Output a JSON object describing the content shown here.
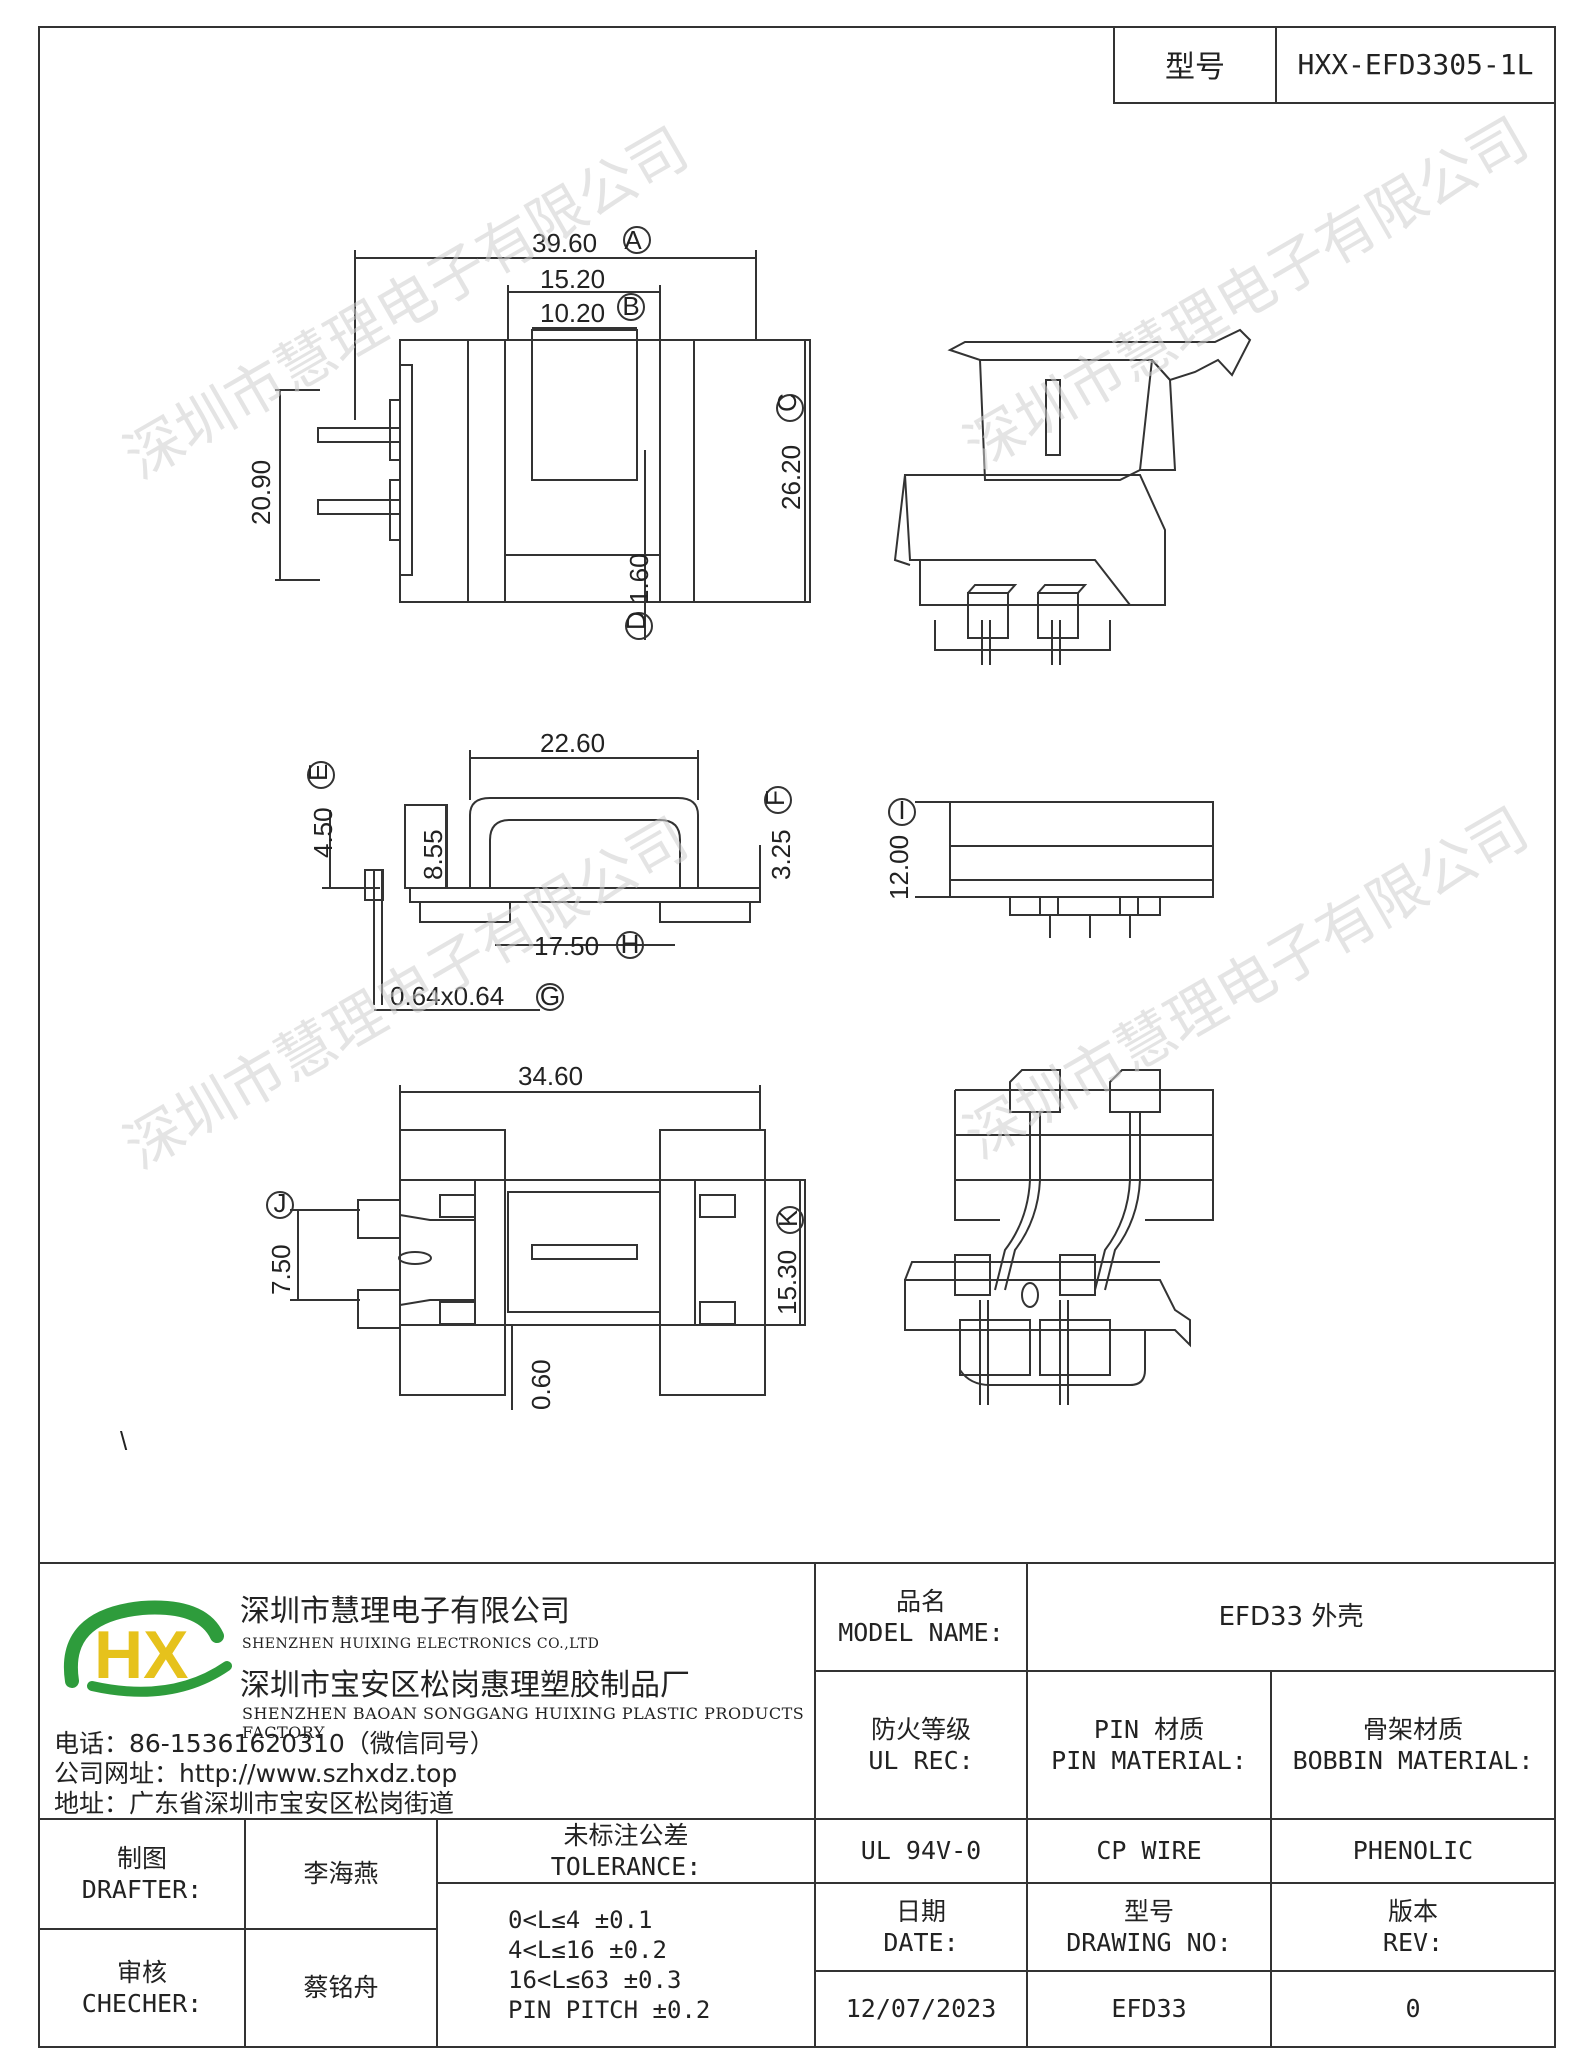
{
  "header": {
    "model_label": "型号",
    "model_value": "HXX-EFD3305-1L"
  },
  "dimensions": {
    "a": "39.60",
    "a_ref": "A",
    "w1520": "15.20",
    "b": "10.20",
    "b_ref": "B",
    "h2090": "20.90",
    "c": "26.20",
    "c_ref": "C",
    "d": "1.60",
    "d_ref": "D",
    "w2260": "22.60",
    "e": "4.50",
    "e_ref": "E",
    "h855": "8.55",
    "f": "3.25",
    "f_ref": "F",
    "h": "17.50",
    "h_ref": "H",
    "g": "0.64x0.64",
    "g_ref": "G",
    "i": "12.00",
    "i_ref": "I",
    "w3460": "34.60",
    "j": "7.50",
    "j_ref": "J",
    "k": "15.30",
    "k_ref": "K",
    "h060": "0.60"
  },
  "stray_mark": "\\",
  "watermark": "深圳市慧理电子有限公司",
  "titleblock": {
    "company_cn": "深圳市慧理电子有限公司",
    "company_en": "SHENZHEN HUIXING ELECTRONICS CO.,LTD",
    "factory_cn": "深圳市宝安区松岗惠理塑胶制品厂",
    "factory_en": "SHENZHEN BAOAN SONGGANG HUIXING PLASTIC PRODUCTS FACTORY",
    "phone": "电话：86-15361620310（微信同号）",
    "website": "公司网址：http://www.szhxdz.top",
    "address": "地址：广东省深圳市宝安区松岗街道",
    "logo_text": "HX",
    "product_name_cn": "品名",
    "product_name_en": "MODEL NAME:",
    "product_name_value": "EFD33 外壳",
    "fire_cn": "防火等级",
    "fire_en": "UL REC:",
    "pin_cn": "PIN 材质",
    "pin_en": "PIN MATERIAL:",
    "bobbin_cn": "骨架材质",
    "bobbin_en": "BOBBIN MATERIAL:",
    "fire_value": "UL 94V-0",
    "pin_value": "CP WIRE",
    "bobbin_value": "PHENOLIC",
    "drafter_cn": "制图",
    "drafter_en": "DRAFTER:",
    "drafter_name": "李海燕",
    "checker_cn": "审核",
    "checker_en": "CHECHER:",
    "checker_name": "蔡铭舟",
    "tolerance_cn": "未标注公差",
    "tolerance_en": "TOLERANCE:",
    "tolerance_lines": [
      "0<L≤4  ±0.1",
      "4<L≤16 ±0.2",
      "16<L≤63 ±0.3",
      "PIN PITCH ±0.2"
    ],
    "date_cn": "日期",
    "date_en": "DATE:",
    "drawing_cn": "型号",
    "drawing_en": "DRAWING NO:",
    "rev_cn": "版本",
    "rev_en": "REV:",
    "date_value": "12/07/2023",
    "drawing_value": "EFD33",
    "rev_value": "0"
  },
  "colors": {
    "line": "#333333",
    "logo_green": "#2e9c3c",
    "logo_yellow": "#e6c21c"
  }
}
